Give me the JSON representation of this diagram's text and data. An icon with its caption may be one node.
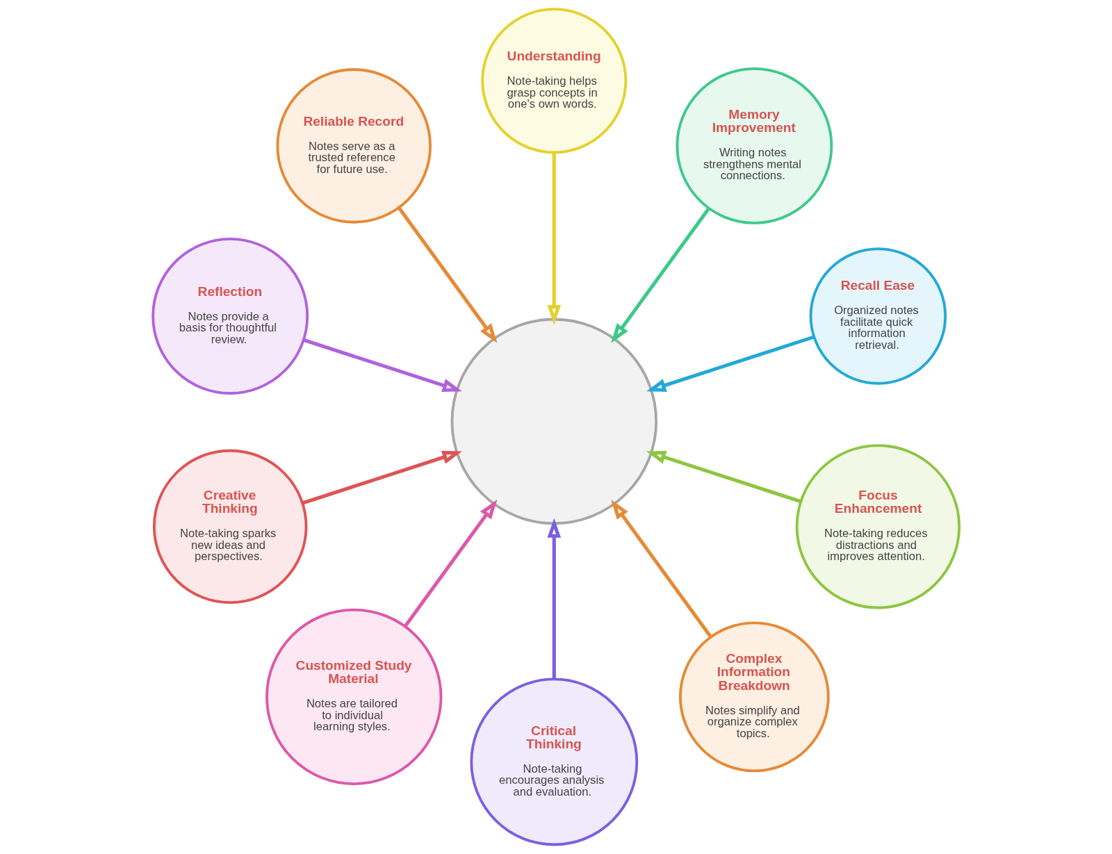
{
  "diagram": {
    "nodes": [
      {
        "text": [],
        "shape": "circle"
      },
      {
        "text": [
          "Understanding",
          "Note-taking helps grasp concepts in one's own words."
        ]
      },
      {
        "text": [
          "Memory Improvement",
          "Writing notes strengthens mental connections."
        ]
      },
      {
        "text": [
          "Recall Ease",
          "Organized notes facilitate quick information retrieval."
        ]
      },
      {
        "text": [
          "Focus Enhancement",
          "Note-taking reduces distractions and improves attention."
        ]
      },
      {
        "text": [
          "Complex Information Breakdown",
          "Notes simplify and organize complex topics."
        ]
      },
      {
        "text": [
          "Critical Thinking",
          "Note-taking encourages analysis and evaluation."
        ]
      },
      {
        "text": [
          "Customized Study Material",
          "Notes are tailored to individual learning styles."
        ]
      },
      {
        "text": [
          "Creative Thinking",
          "Note-taking sparks new ideas and perspectives."
        ]
      },
      {
        "text": [
          "Reflection",
          "Notes provide a basis for thoughtful review."
        ]
      },
      {
        "text": [
          "Reliable Record",
          "Notes serve as a trusted reference for future use."
        ]
      }
    ],
    "edges": [
      {
        "from": 1,
        "to": 0,
        "arrow": "to",
        "color": "#e3d22c"
      },
      {
        "from": 2,
        "to": 0,
        "arrow": "to",
        "color": "#3ec98a"
      },
      {
        "from": 3,
        "to": 0,
        "arrow": "to",
        "color": "#23a9d6"
      },
      {
        "from": 4,
        "to": 0,
        "arrow": "to",
        "color": "#8cc63f"
      },
      {
        "from": 5,
        "to": 0,
        "arrow": "to",
        "color": "#e58a35"
      },
      {
        "from": 6,
        "to": 0,
        "arrow": "to",
        "color": "#7b5fe0"
      },
      {
        "from": 7,
        "to": 0,
        "arrow": "to",
        "color": "#dd58a8"
      },
      {
        "from": 8,
        "to": 0,
        "arrow": "to",
        "color": "#df5454"
      },
      {
        "from": 9,
        "to": 0,
        "arrow": "to",
        "color": "#b062dd"
      },
      {
        "from": 10,
        "to": 0,
        "arrow": "to",
        "color": "#e58a35"
      }
    ]
  }
}
